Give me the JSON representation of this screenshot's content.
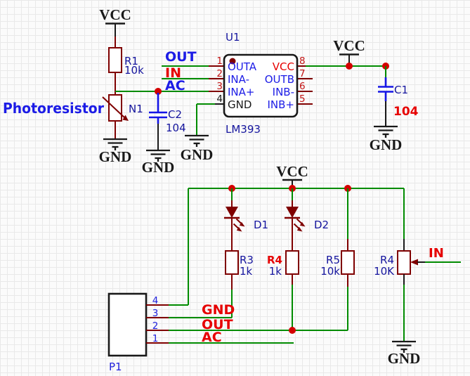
{
  "palette": {
    "wire_green": "#008B00",
    "pin_dark_red": "#7F0000",
    "junction_red": "#D40000",
    "net_label_red": "#E60000",
    "net_label_blue": "#1C1CE6",
    "refdes_navy": "#15159E",
    "connector_blue": "#2222DD",
    "capacitor_blue": "#1414E6",
    "symbol_black": "#191919",
    "grid_line": "#E9E9E9",
    "background": "#FBFBFB"
  },
  "upper": {
    "vcc_left": "VCC",
    "r1": {
      "ref": "R1",
      "value": "10k"
    },
    "photoresistor": {
      "label": "Photoresistor",
      "ref": "N1"
    },
    "gnd_r1": "GND",
    "c2": {
      "ref": "C2",
      "value": "104"
    },
    "gnd_c2": "GND",
    "net_out": "OUT",
    "net_in": "IN",
    "net_ac": "AC",
    "ic": {
      "ref": "U1",
      "part": "LM393",
      "pins_left": [
        {
          "num": "1",
          "name": "OUTA"
        },
        {
          "num": "2",
          "name": "INA-"
        },
        {
          "num": "3",
          "name": "INA+"
        },
        {
          "num": "4",
          "name": "GND"
        }
      ],
      "pins_right": [
        {
          "num": "8",
          "name": "VCC"
        },
        {
          "num": "7",
          "name": "OUTB"
        },
        {
          "num": "6",
          "name": "INB-"
        },
        {
          "num": "5",
          "name": "INB+"
        }
      ]
    },
    "gnd_ic": "GND",
    "vcc_right": "VCC",
    "c1": {
      "ref": "C1",
      "value": "104"
    },
    "gnd_c1": "GND"
  },
  "lower": {
    "vcc": "VCC",
    "d1": {
      "ref": "D1"
    },
    "d2": {
      "ref": "D2"
    },
    "r3": {
      "ref": "R3",
      "value": "1k"
    },
    "r4_led": {
      "ref": "R4",
      "value": "1k"
    },
    "r5": {
      "ref": "R5",
      "value": "10k"
    },
    "r4_pot": {
      "ref": "R4",
      "value": "10K"
    },
    "net_in": "IN",
    "p1": {
      "ref": "P1",
      "pin_nums": [
        "4",
        "3",
        "2",
        "1"
      ],
      "net_gnd": "GND",
      "net_out": "OUT",
      "net_ac": "AC"
    },
    "gnd_pot": "GND"
  }
}
